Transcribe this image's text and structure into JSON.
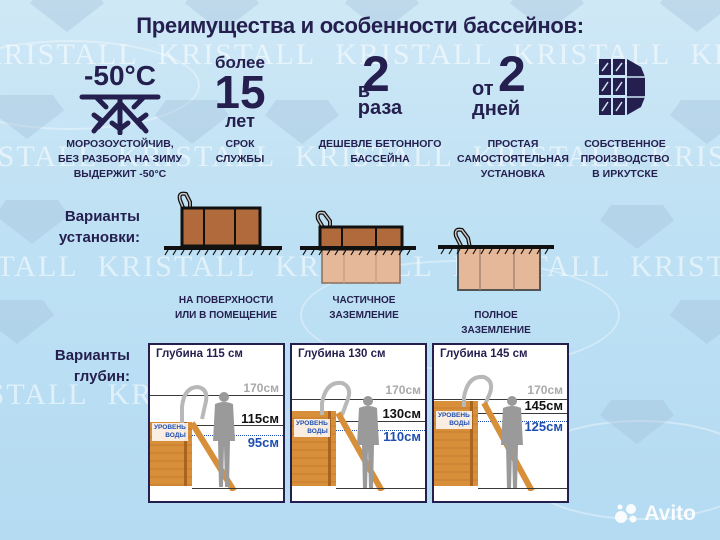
{
  "title": "Преимущества и особенности бассейнов:",
  "watermark": {
    "text": "KRISTALL",
    "brand_logo": "Avito"
  },
  "features": [
    {
      "id": "frost",
      "icon": "snowflake-icon",
      "headline": "-50°C",
      "caption_lines": [
        "МОРОЗОУСТОЙЧИВ,",
        "БЕЗ РАЗБОРА НА ЗИМУ",
        "ВЫДЕРЖИТ -50°С"
      ]
    },
    {
      "id": "lifetime",
      "top_word": "более",
      "number": "15",
      "bottom_word": "лет",
      "caption_lines": [
        "СРОК",
        "СЛУЖБЫ"
      ]
    },
    {
      "id": "cheaper",
      "prefix": "в",
      "number": "2",
      "bottom_word": "раза",
      "caption_lines": [
        "ДЕШЕВЛЕ БЕТОННОГО",
        "БАССЕЙНА"
      ]
    },
    {
      "id": "install-time",
      "prefix": "от",
      "number": "2",
      "bottom_word": "дней",
      "caption_lines": [
        "ПРОСТАЯ",
        "САМОСТОЯТЕЛЬНАЯ",
        "УСТАНОВКА"
      ]
    },
    {
      "id": "production",
      "icon": "panel-building-icon",
      "caption_lines": [
        "СОБСТВЕННОЕ",
        "ПРОИЗВОДСТВО",
        "В ИРКУТСКЕ"
      ]
    }
  ],
  "installation": {
    "label_lines": [
      "Варианты",
      "установки:"
    ],
    "options": [
      {
        "id": "surface",
        "caption_lines": [
          "НА ПОВЕРХНОСТИ",
          "ИЛИ В ПОМЕЩЕНИЕ"
        ]
      },
      {
        "id": "partial",
        "caption_lines": [
          "ЧАСТИЧНОЕ",
          "ЗАЗЕМЛЕНИЕ"
        ]
      },
      {
        "id": "full",
        "caption_lines": [
          "ПОЛНОЕ",
          "ЗАЗЕМЛЕНИЕ"
        ]
      }
    ]
  },
  "depths": {
    "label_lines": [
      "Варианты",
      "глубин:"
    ],
    "person_height_label": "170см",
    "water_level_label_lines": [
      "УРОВЕНЬ",
      "ВОДЫ"
    ],
    "cards": [
      {
        "title": "Глубина 115 см",
        "depth_label": "115см",
        "water_label": "95см"
      },
      {
        "title": "Глубина 130 см",
        "depth_label": "130см",
        "water_label": "110см"
      },
      {
        "title": "Глубина 145 см",
        "depth_label": "145см",
        "water_label": "125см"
      }
    ]
  },
  "colors": {
    "navy": "#241f4e",
    "blue_accent": "#1e4fb0",
    "wood": "#b06a3b",
    "wood_buried": "#e6b89a",
    "background": "#c4e2f4"
  }
}
